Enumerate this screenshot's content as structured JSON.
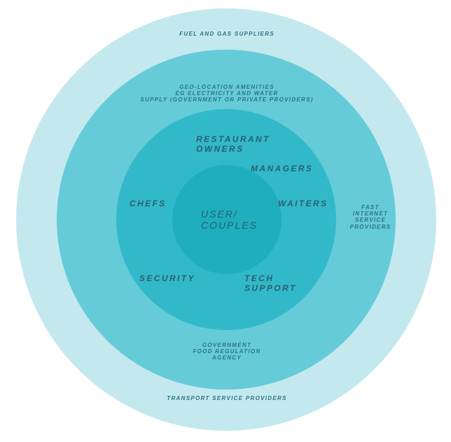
{
  "colors": {
    "background": "#ffffff",
    "outer_ring": "#c3e9ef",
    "third_ring": "#66cbd8",
    "second_ring": "#32b9c9",
    "core": "#1eaebd",
    "small_text": "#2d7384",
    "large_text": "#2a5f70"
  },
  "diagram": {
    "outer_ring": {
      "top_label": "FUEL AND GAS SUPPLIERS",
      "bottom_label": "TRANSPORT SERVICE PROVIDERS"
    },
    "third_ring": {
      "top_label": {
        "line1": "GEO-LOCATION AMENITIES",
        "line2": "EG ELECTRICITY AND WATER",
        "line3": "SUPPLY (GOVERNMENT OR PRIVATE PROVIDERS)"
      },
      "right_label": {
        "line1": "FAST",
        "line2": "INTERNET",
        "line3": "SERVICE",
        "line4": "PROVIDERS"
      },
      "bottom_label": {
        "line1": "GOVERNMENT",
        "line2": "FOOD REGULATION",
        "line3": "AGENCY"
      }
    },
    "second_ring": {
      "restaurant_owners": {
        "line1": "RESTAURANT",
        "line2": "OWNERS"
      },
      "managers": "MANAGERS",
      "chefs": "CHEFS",
      "waiters": "WAITERS",
      "security": "SECURITY",
      "tech_support": {
        "line1": "TECH",
        "line2": "SUPPORT"
      }
    },
    "core": {
      "line1": "USER/",
      "line2": "COUPLES"
    }
  }
}
